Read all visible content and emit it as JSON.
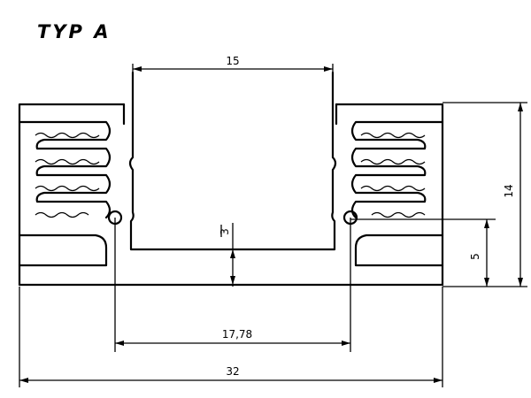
{
  "drawing": {
    "title": "TYP A",
    "dimensions": {
      "top_width": "15",
      "height": "14",
      "side_height": "5",
      "base_thickness": "3",
      "pin_spacing": "17,78",
      "total_width": "32"
    }
  }
}
